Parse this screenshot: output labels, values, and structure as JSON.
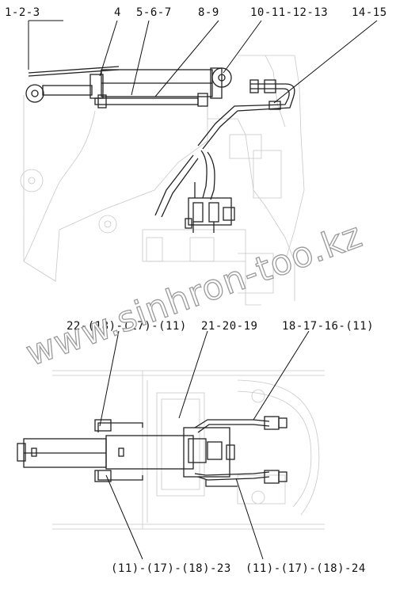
{
  "callouts": {
    "top": [
      "1-2-3",
      "4",
      "5-6-7",
      "8-9",
      "10-11-12-13",
      "14-15"
    ],
    "middle": [
      "22-(18)-(17)-(11)",
      "21-20-19",
      "18-17-16-(11)"
    ],
    "bottom": [
      "(11)-(17)-(18)-23",
      "(11)-(17)-(18)-24"
    ]
  },
  "watermark": "www.sinhron-too.kz",
  "colors": {
    "ink": "#111111",
    "faint": "#c8c8c8",
    "watermark_stroke": "#9a9a9a"
  }
}
